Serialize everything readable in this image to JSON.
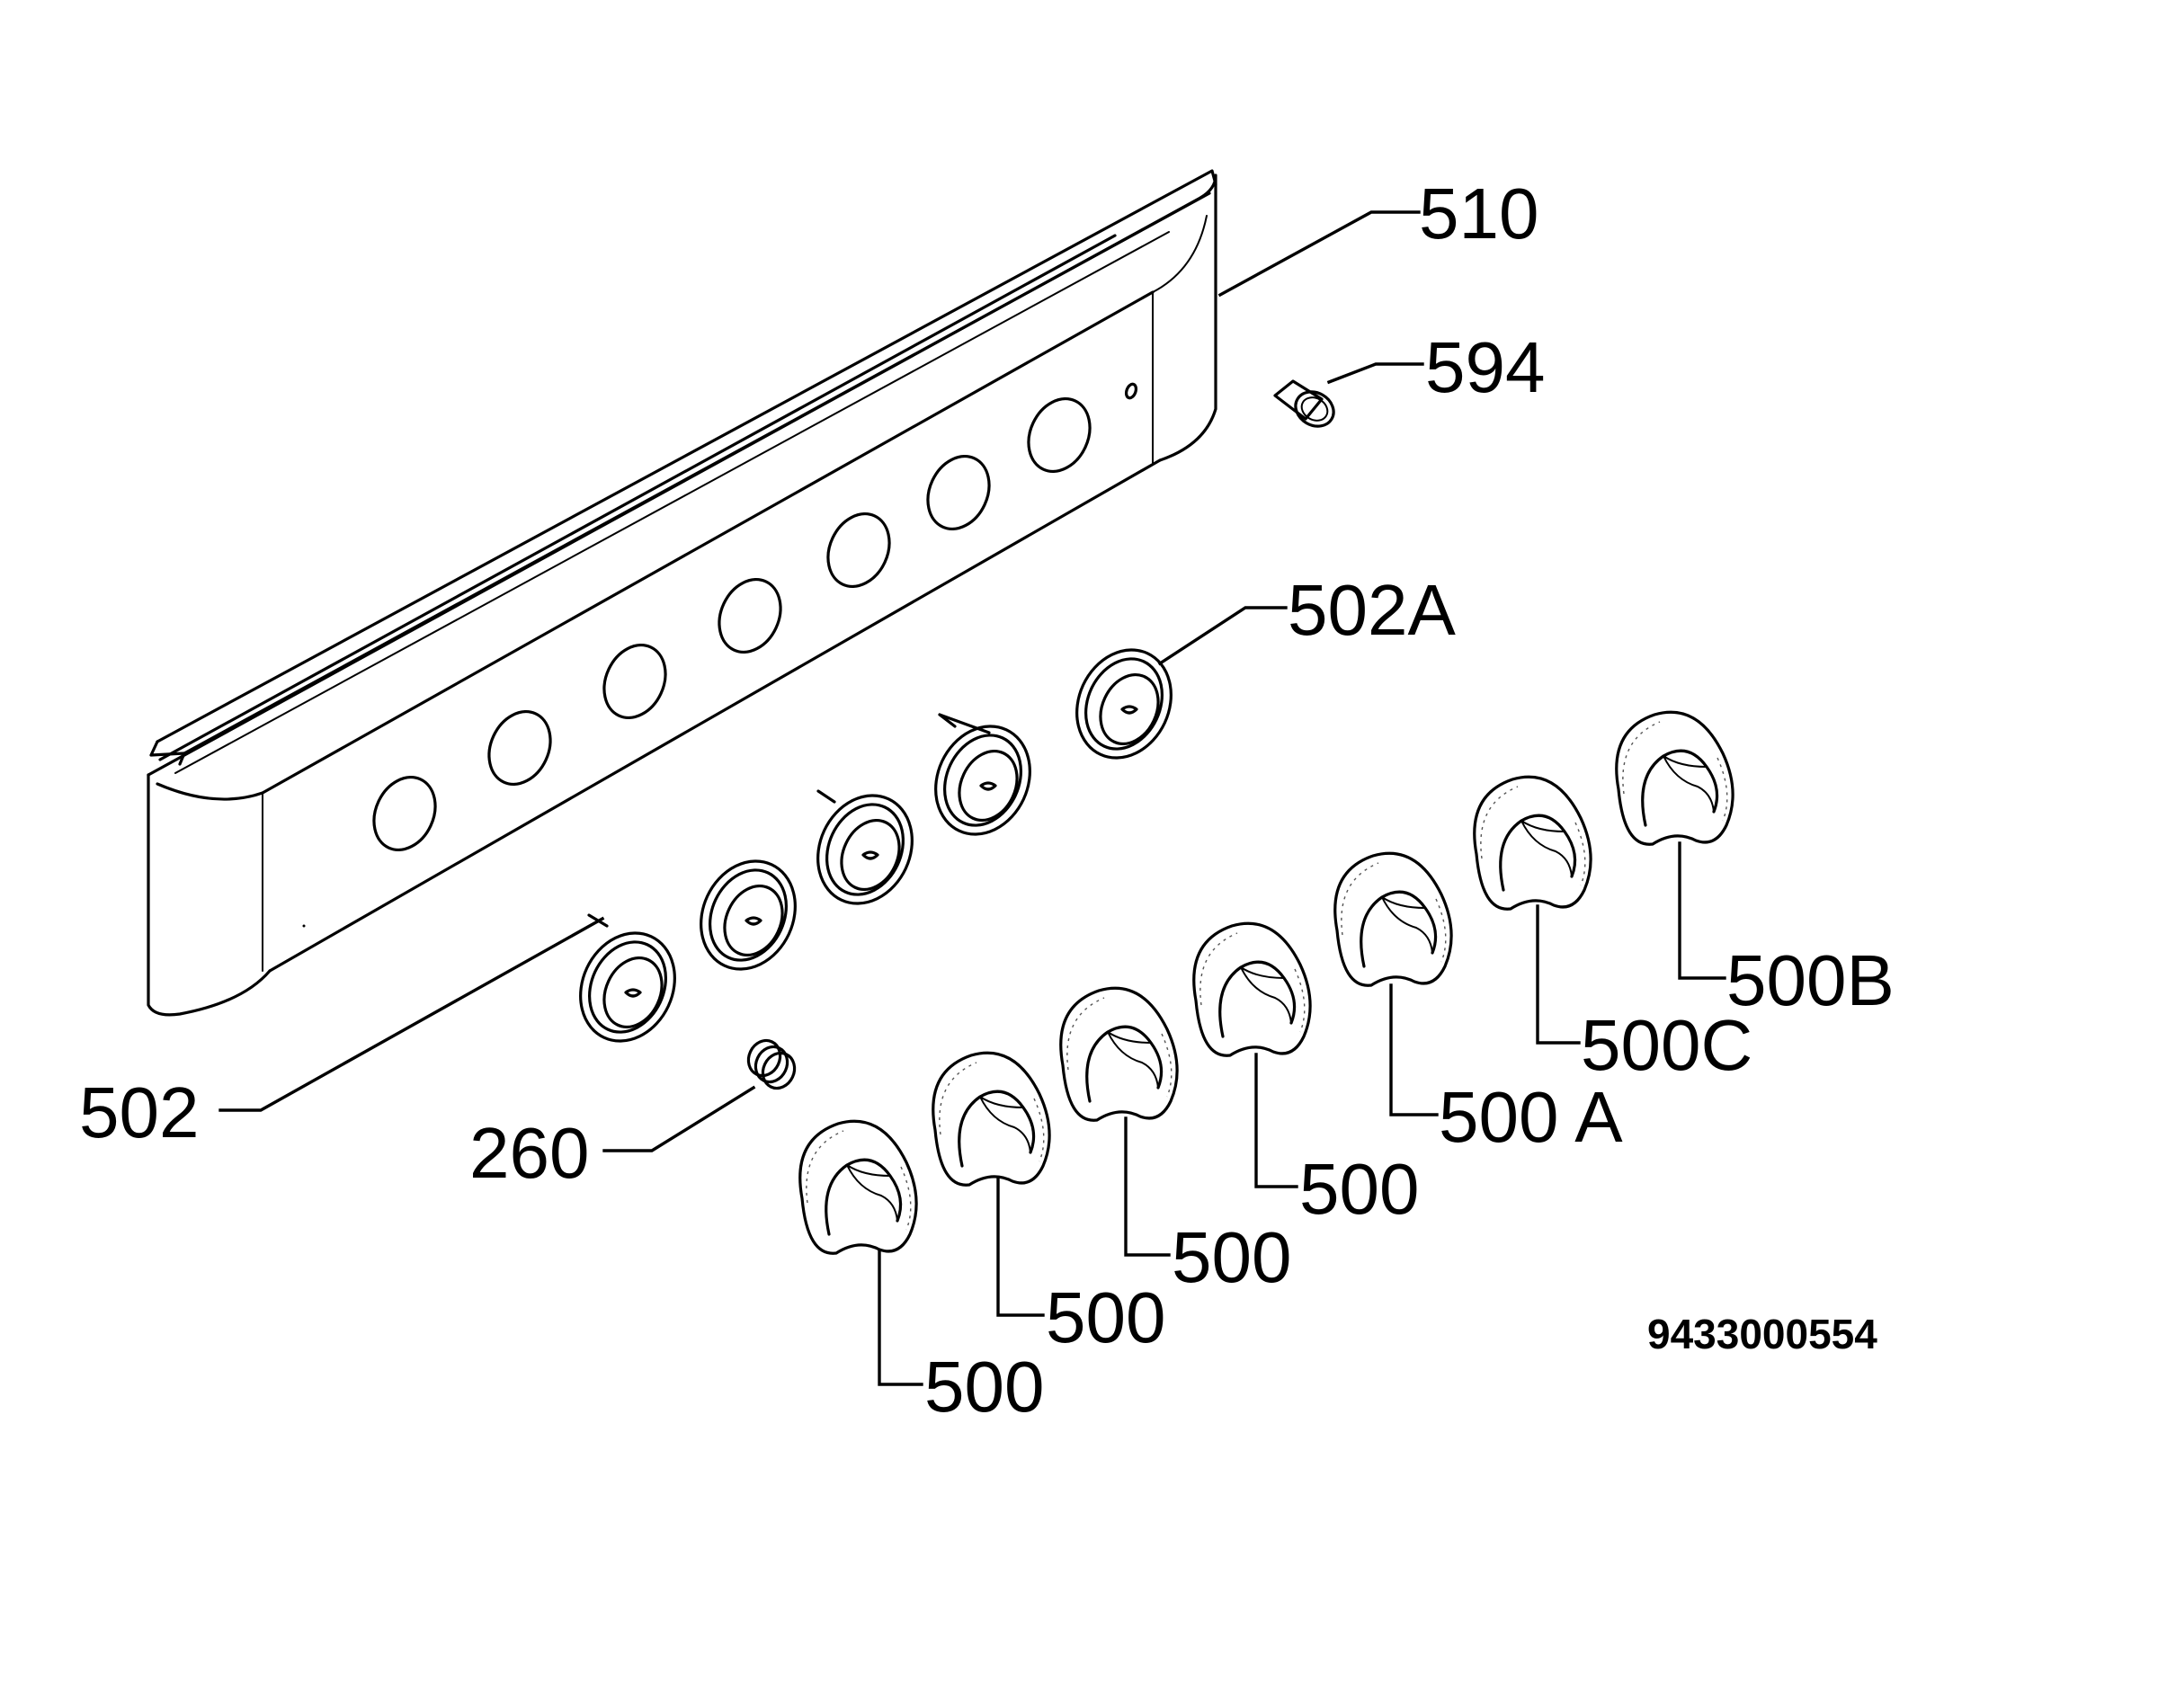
{
  "labels": {
    "panel": "510",
    "indicator_lens": "594",
    "bezel_single": "502A",
    "bezels_row": "502",
    "spring": "260",
    "knob_1": "500",
    "knob_2": "500",
    "knob_3": "500",
    "knob_4": "500",
    "knob_5": "500 A",
    "knob_6": "500C",
    "knob_7": "500B"
  },
  "document_number": "9433000554"
}
